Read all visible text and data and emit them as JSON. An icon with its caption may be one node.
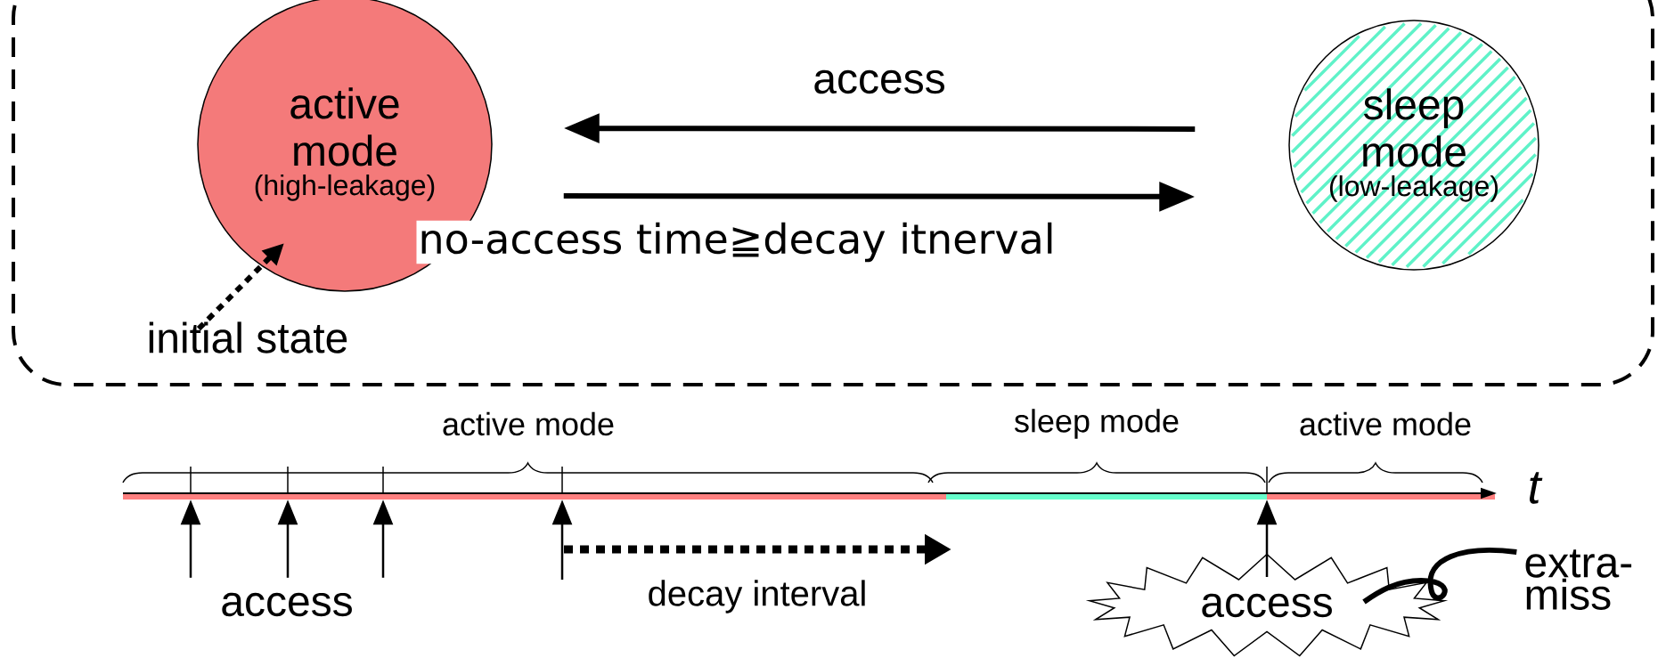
{
  "diagram": {
    "nodes": [
      {
        "text": [],
        "shape": "box"
      },
      {
        "text": [
          "active mode",
          "(high-leakage)"
        ],
        "in": 0
      },
      {
        "text": [
          "sleep mode",
          "(low-leakage)"
        ],
        "in": 0
      },
      {
        "text": [
          "initial state"
        ],
        "in": 0
      },
      {
        "text": [],
        "shape": "bar"
      },
      {
        "text": [
          "access"
        ]
      },
      {
        "text": [
          "access"
        ]
      },
      {
        "text": [
          "extra-miss"
        ]
      }
    ],
    "edges": [
      {
        "from": 2,
        "to": 1,
        "arrow": "to",
        "label": "access",
        "style": "thick"
      },
      {
        "from": 1,
        "to": 2,
        "arrow": "to",
        "label": "no-access time≧decay itnerval",
        "style": "thick"
      },
      {
        "from": 3,
        "to": 1,
        "arrow": "to",
        "style": "dashed"
      },
      {
        "from": 5,
        "to": 4,
        "arrow": "to"
      },
      {
        "from": 5,
        "to": 4,
        "arrow": "to"
      },
      {
        "from": 5,
        "to": 4,
        "arrow": "to"
      },
      {
        "from": null,
        "to": 4,
        "arrow": "to"
      },
      {
        "from": 6,
        "to": 4,
        "arrow": "to"
      },
      {
        "from": 7,
        "to": 6,
        "arrow": "none",
        "style": "thick"
      }
    ],
    "labels": [
      "active mode",
      "sleep mode",
      "active mode",
      "t",
      "decay interval"
    ]
  }
}
